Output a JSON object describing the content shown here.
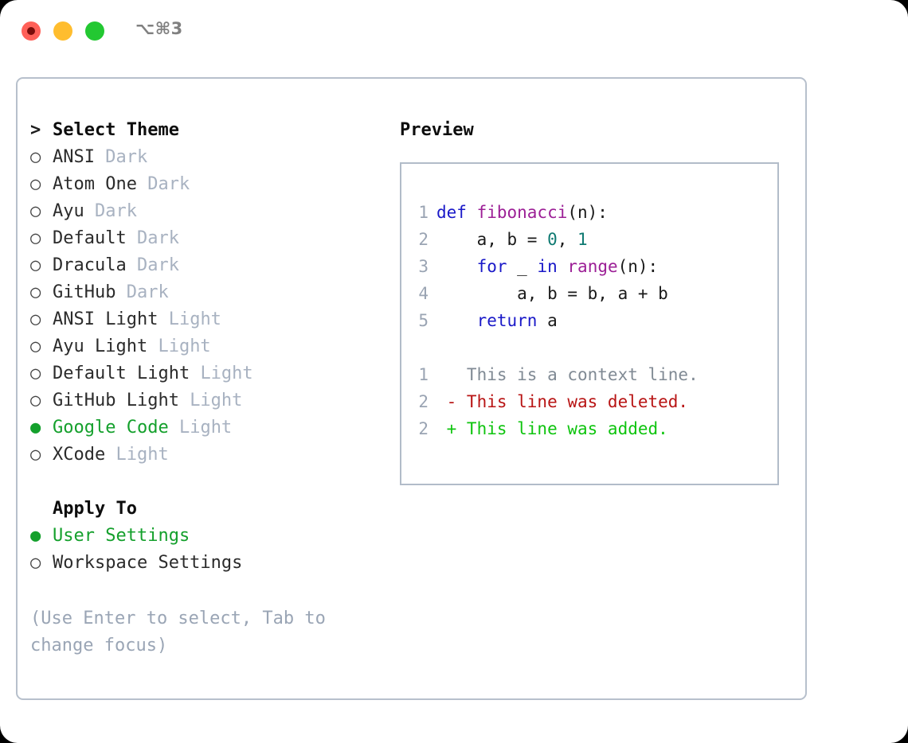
{
  "window": {
    "shortcut": "⌥⌘3",
    "traffic_lights": [
      {
        "name": "close",
        "color": "#ff6058"
      },
      {
        "name": "minimize",
        "color": "#ffbd2e"
      },
      {
        "name": "maximize",
        "color": "#23c832"
      }
    ]
  },
  "theme_picker": {
    "prompt_prefix": ">",
    "title": "Select Theme",
    "bullet_selected": "●",
    "bullet_unselected": "○",
    "items": [
      {
        "name": "ANSI",
        "variant": "Dark",
        "selected": false
      },
      {
        "name": "Atom One",
        "variant": "Dark",
        "selected": false
      },
      {
        "name": "Ayu",
        "variant": "Dark",
        "selected": false
      },
      {
        "name": "Default",
        "variant": "Dark",
        "selected": false
      },
      {
        "name": "Dracula",
        "variant": "Dark",
        "selected": false
      },
      {
        "name": "GitHub",
        "variant": "Dark",
        "selected": false
      },
      {
        "name": "ANSI Light",
        "variant": "Light",
        "selected": false
      },
      {
        "name": "Ayu Light",
        "variant": "Light",
        "selected": false
      },
      {
        "name": "Default Light",
        "variant": "Light",
        "selected": false
      },
      {
        "name": "GitHub Light",
        "variant": "Light",
        "selected": false
      },
      {
        "name": "Google Code",
        "variant": "Light",
        "selected": true
      },
      {
        "name": "XCode",
        "variant": "Light",
        "selected": false
      }
    ]
  },
  "apply_to": {
    "title": "Apply To",
    "items": [
      {
        "name": "User Settings",
        "selected": true
      },
      {
        "name": "Workspace Settings",
        "selected": false
      }
    ]
  },
  "hint": "(Use Enter to select, Tab to change focus)",
  "preview": {
    "title": "Preview",
    "code_lines": [
      {
        "lineno": "1",
        "tokens": [
          {
            "text": "def ",
            "kind": "kw"
          },
          {
            "text": "fibonacci",
            "kind": "fn"
          },
          {
            "text": "(n):",
            "kind": "txt"
          }
        ]
      },
      {
        "lineno": "2",
        "tokens": [
          {
            "text": "    a, b = ",
            "kind": "txt"
          },
          {
            "text": "0",
            "kind": "num"
          },
          {
            "text": ", ",
            "kind": "txt"
          },
          {
            "text": "1",
            "kind": "num"
          }
        ]
      },
      {
        "lineno": "3",
        "tokens": [
          {
            "text": "    ",
            "kind": "txt"
          },
          {
            "text": "for",
            "kind": "kw"
          },
          {
            "text": " _ ",
            "kind": "txt"
          },
          {
            "text": "in",
            "kind": "kw"
          },
          {
            "text": " ",
            "kind": "txt"
          },
          {
            "text": "range",
            "kind": "fn"
          },
          {
            "text": "(n):",
            "kind": "txt"
          }
        ]
      },
      {
        "lineno": "4",
        "tokens": [
          {
            "text": "        a, b = b, a + b",
            "kind": "txt"
          }
        ]
      },
      {
        "lineno": "5",
        "tokens": [
          {
            "text": "    ",
            "kind": "txt"
          },
          {
            "text": "return",
            "kind": "kw"
          },
          {
            "text": " a",
            "kind": "txt"
          }
        ]
      }
    ],
    "diff_lines": [
      {
        "lineno": "1",
        "tokens": [
          {
            "text": "   This is a context line.",
            "kind": "ctx"
          }
        ]
      },
      {
        "lineno": "2",
        "tokens": [
          {
            "text": " - This line was deleted.",
            "kind": "del"
          }
        ]
      },
      {
        "lineno": "2",
        "tokens": [
          {
            "text": " + This line was added.",
            "kind": "add"
          }
        ]
      }
    ]
  },
  "colors": {
    "accent_green": "#14a02c",
    "muted": "#a8b2c1",
    "hint": "#9aa5b5",
    "border": "#b7c0cc",
    "keyword": "#1a19c8",
    "function": "#9c1f96",
    "number": "#0f7a72",
    "diff_added": "#0ec40e",
    "diff_removed": "#b81414",
    "diff_context": "#808a94"
  }
}
